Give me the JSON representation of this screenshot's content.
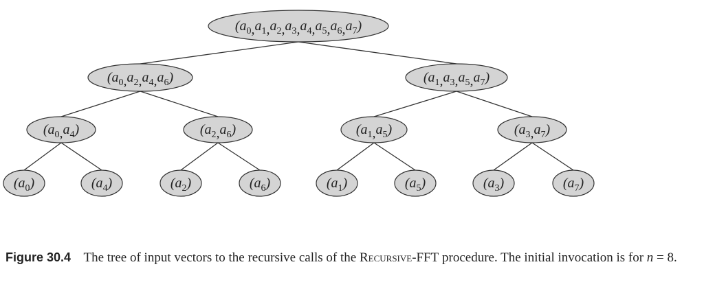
{
  "tree": {
    "nodes": [
      {
        "id": "root",
        "level": 0,
        "elements": [
          "0",
          "1",
          "2",
          "3",
          "4",
          "5",
          "6",
          "7"
        ]
      },
      {
        "id": "even",
        "level": 1,
        "elements": [
          "0",
          "2",
          "4",
          "6"
        ]
      },
      {
        "id": "odd",
        "level": 1,
        "elements": [
          "1",
          "3",
          "5",
          "7"
        ]
      },
      {
        "id": "n04",
        "level": 2,
        "elements": [
          "0",
          "4"
        ]
      },
      {
        "id": "n26",
        "level": 2,
        "elements": [
          "2",
          "6"
        ]
      },
      {
        "id": "n15",
        "level": 2,
        "elements": [
          "1",
          "5"
        ]
      },
      {
        "id": "n37",
        "level": 2,
        "elements": [
          "3",
          "7"
        ]
      },
      {
        "id": "l0",
        "level": 3,
        "elements": [
          "0"
        ]
      },
      {
        "id": "l4",
        "level": 3,
        "elements": [
          "4"
        ]
      },
      {
        "id": "l2",
        "level": 3,
        "elements": [
          "2"
        ]
      },
      {
        "id": "l6",
        "level": 3,
        "elements": [
          "6"
        ]
      },
      {
        "id": "l1",
        "level": 3,
        "elements": [
          "1"
        ]
      },
      {
        "id": "l5",
        "level": 3,
        "elements": [
          "5"
        ]
      },
      {
        "id": "l3",
        "level": 3,
        "elements": [
          "3"
        ]
      },
      {
        "id": "l7",
        "level": 3,
        "elements": [
          "7"
        ]
      }
    ],
    "edges": [
      [
        "root",
        "even"
      ],
      [
        "root",
        "odd"
      ],
      [
        "even",
        "n04"
      ],
      [
        "even",
        "n26"
      ],
      [
        "odd",
        "n15"
      ],
      [
        "odd",
        "n37"
      ],
      [
        "n04",
        "l0"
      ],
      [
        "n04",
        "l4"
      ],
      [
        "n26",
        "l2"
      ],
      [
        "n26",
        "l6"
      ],
      [
        "n15",
        "l1"
      ],
      [
        "n15",
        "l5"
      ],
      [
        "n37",
        "l3"
      ],
      [
        "n37",
        "l7"
      ]
    ]
  },
  "caption": {
    "figure_label": "Figure 30.4",
    "text_before": "The tree of input vectors to the recursive calls of the",
    "procedure_name": "Recursive-FFT",
    "text_middle": "procedure. The initial invocation is for",
    "variable": "n",
    "equation_rest": "= 8."
  }
}
